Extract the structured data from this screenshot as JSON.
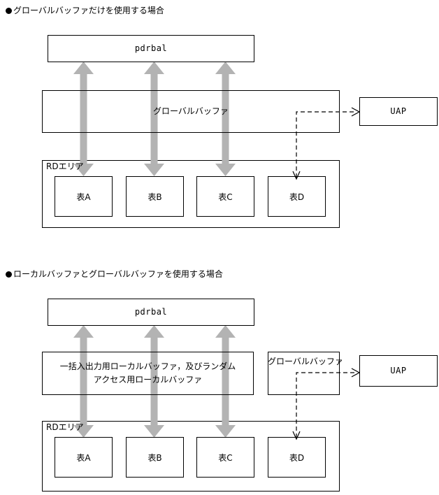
{
  "diagram": {
    "title_area": "Buffer usage diagrams",
    "sections": [
      {
        "heading": "グローバルバッファだけを使用する場合",
        "process_box": "pdrbal",
        "buffer_box": "グローバルバッファ",
        "external_box": "UAP",
        "rd_area_label": "RDエリア",
        "tables": [
          "表A",
          "表B",
          "表C",
          "表D"
        ]
      },
      {
        "heading": "ローカルバッファとグローバルバッファを使用する場合",
        "process_box": "pdrbal",
        "local_buffer_box_line1": "一括入出力用ローカルバッファ，及びランダム",
        "local_buffer_box_line2": "アクセス用ローカルバッファ",
        "global_buffer_box": "グローバルバッファ",
        "external_box": "UAP",
        "rd_area_label": "RDエリア",
        "tables": [
          "表A",
          "表B",
          "表C",
          "表D"
        ]
      }
    ],
    "colors": {
      "arrow_gray": "#b3b3b3",
      "line_black": "#000000",
      "background": "#ffffff"
    }
  }
}
